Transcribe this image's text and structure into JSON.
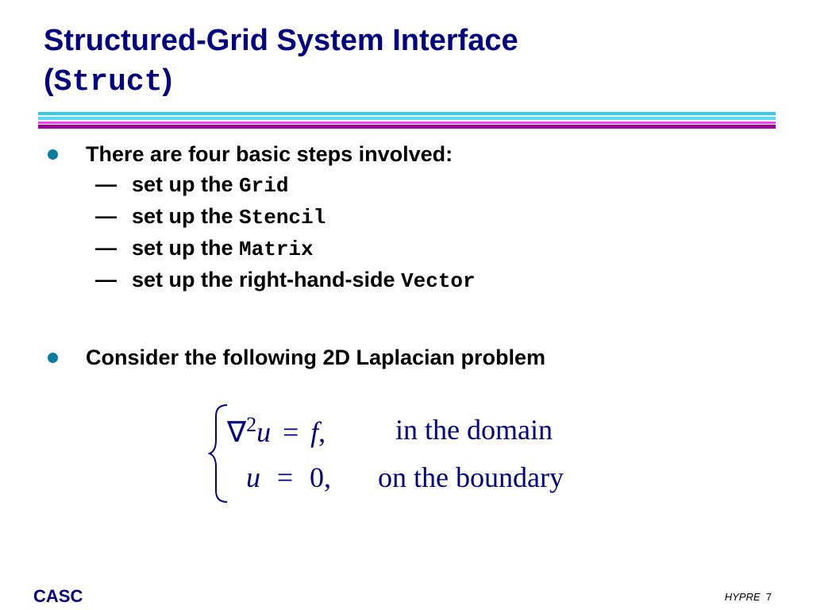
{
  "slide": {
    "title_line1": "Structured-Grid System Interface",
    "title_paren_open": "(",
    "title_code": "Struct",
    "title_paren_close": ")"
  },
  "bullets": [
    {
      "text": "There are four basic steps involved:",
      "subitems": [
        {
          "dash": "—",
          "text": "set up the ",
          "code": "Grid"
        },
        {
          "dash": "—",
          "text": "set up the ",
          "code": "Stencil"
        },
        {
          "dash": "—",
          "text": "set up the ",
          "code": "Matrix"
        },
        {
          "dash": "—",
          "text": "set up the right-hand-side ",
          "code": "Vector"
        }
      ]
    },
    {
      "text": "Consider the following 2D Laplacian problem"
    }
  ],
  "equation": {
    "row1": {
      "lhs_op": "∇",
      "lhs_exp": "2",
      "lhs_var": "u",
      "eq": "=",
      "rhs": "f",
      "comma": ",",
      "cond": "in the domain"
    },
    "row2": {
      "lhs_var": "u",
      "eq": "=",
      "rhs": "0",
      "comma": ",",
      "cond": "on the boundary"
    }
  },
  "footer": {
    "left": "CASC",
    "right_label": "HYPRE",
    "page": "7"
  },
  "colors": {
    "title": "#000080",
    "bullet": "#0a7e9e",
    "rule_cyan": "#33ccee",
    "rule_magenta": "#ee44ee",
    "rule_purple": "#990099"
  }
}
